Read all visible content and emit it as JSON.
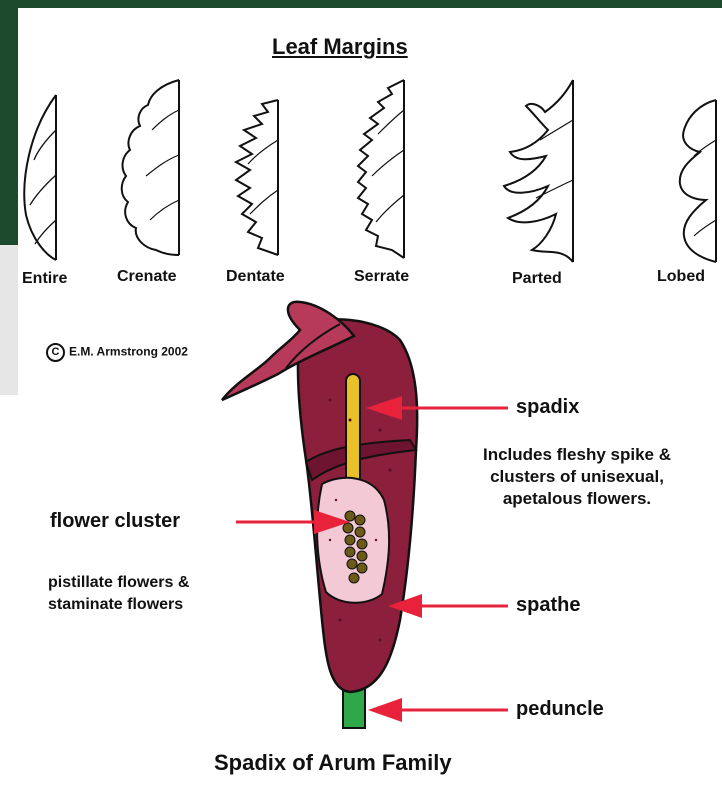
{
  "diagram": {
    "leaf_margins": {
      "title": "Leaf Margins",
      "types": [
        {
          "label": "Entire"
        },
        {
          "label": "Crenate"
        },
        {
          "label": "Dentate"
        },
        {
          "label": "Serrate"
        },
        {
          "label": "Parted"
        },
        {
          "label": "Lobed"
        }
      ]
    },
    "copyright": {
      "symbol": "C",
      "text": "E.M. Armstrong 2002"
    },
    "arum": {
      "labels": {
        "spadix": "spadix",
        "spadix_desc_line1": "Includes fleshy spike &",
        "spadix_desc_line2": "clusters of unisexual,",
        "spadix_desc_line3": "apetalous flowers.",
        "flower_cluster": "flower cluster",
        "flowers_line1": "pistillate flowers &",
        "flowers_line2": "staminate flowers",
        "spathe": "spathe",
        "peduncle": "peduncle"
      },
      "caption": "Spadix of Arum Family",
      "colors": {
        "spathe": "#8c1f3c",
        "spathe_light": "#b83a5a",
        "spadix": "#e8c028",
        "peduncle": "#2fa84a",
        "arrow": "#e8223a",
        "flower_cluster": "#6b5a18"
      }
    },
    "background": {
      "frame_green": "#1d4a2c"
    }
  }
}
